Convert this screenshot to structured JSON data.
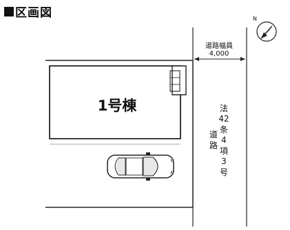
{
  "title": "区画図",
  "compass": {
    "label": "N"
  },
  "road_width": {
    "label": "道路幅員",
    "value": "4,000"
  },
  "building": {
    "label": "1号棟"
  },
  "road": {
    "label": "法42条4項3号道路"
  },
  "colors": {
    "line": "#222222",
    "building_fill": "#ffffff",
    "road_fill": "#ffffff",
    "background": "#ffffff"
  }
}
